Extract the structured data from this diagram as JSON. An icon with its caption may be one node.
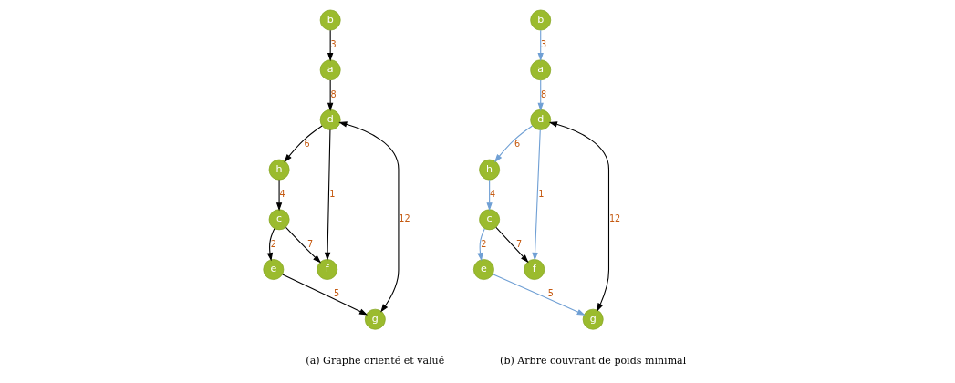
{
  "diagram": {
    "nodes": [
      {
        "text": [
          "a"
        ]
      },
      {
        "text": [
          "b"
        ]
      },
      {
        "text": [
          "h"
        ]
      },
      {
        "text": [
          "d"
        ]
      },
      {
        "text": [
          "c"
        ]
      },
      {
        "text": [
          "f"
        ]
      },
      {
        "text": [
          "e"
        ]
      },
      {
        "text": [
          "g"
        ]
      },
      {
        "text": [
          "a"
        ]
      },
      {
        "text": [
          "b"
        ]
      },
      {
        "text": [
          "h"
        ]
      },
      {
        "text": [
          "d"
        ]
      },
      {
        "text": [
          "c"
        ]
      },
      {
        "text": [
          "f"
        ]
      },
      {
        "text": [
          "e"
        ]
      },
      {
        "text": [
          "g"
        ]
      }
    ],
    "edges": [
      {
        "from": 1,
        "to": 0,
        "arrow": "to",
        "label": "3"
      },
      {
        "from": 0,
        "to": 3,
        "arrow": "to",
        "label": "8"
      },
      {
        "from": 3,
        "to": 2,
        "arrow": "to",
        "label": "6"
      },
      {
        "from": 2,
        "to": 4,
        "arrow": "to",
        "label": "4"
      },
      {
        "from": 4,
        "to": 5,
        "arrow": "to",
        "label": "7"
      },
      {
        "from": 3,
        "to": 5,
        "arrow": "to",
        "label": "1"
      },
      {
        "from": 4,
        "to": 6,
        "arrow": "to",
        "label": "2"
      },
      {
        "from": 6,
        "to": 7,
        "arrow": "to",
        "label": "5"
      },
      {
        "from": 7,
        "to": 3,
        "arrow": "both",
        "label": "12"
      },
      {
        "from": 9,
        "to": 8,
        "arrow": "to",
        "label": "3",
        "color": "#6f9fd4"
      },
      {
        "from": 8,
        "to": 11,
        "arrow": "to",
        "label": "8",
        "color": "#6f9fd4"
      },
      {
        "from": 11,
        "to": 10,
        "arrow": "to",
        "label": "6",
        "color": "#6f9fd4"
      },
      {
        "from": 10,
        "to": 12,
        "arrow": "to",
        "label": "4",
        "color": "#6f9fd4"
      },
      {
        "from": 12,
        "to": 13,
        "arrow": "to",
        "label": "7"
      },
      {
        "from": 11,
        "to": 13,
        "arrow": "to",
        "label": "1",
        "color": "#6f9fd4"
      },
      {
        "from": 12,
        "to": 14,
        "arrow": "to",
        "label": "2",
        "color": "#6f9fd4"
      },
      {
        "from": 14,
        "to": 15,
        "arrow": "to",
        "label": "5",
        "color": "#6f9fd4"
      },
      {
        "from": 15,
        "to": 11,
        "arrow": "both",
        "label": "12"
      }
    ],
    "labels": [
      "(a) Graphe orienté et valué",
      "(b) Arbre couvrant de poids minimal"
    ]
  }
}
